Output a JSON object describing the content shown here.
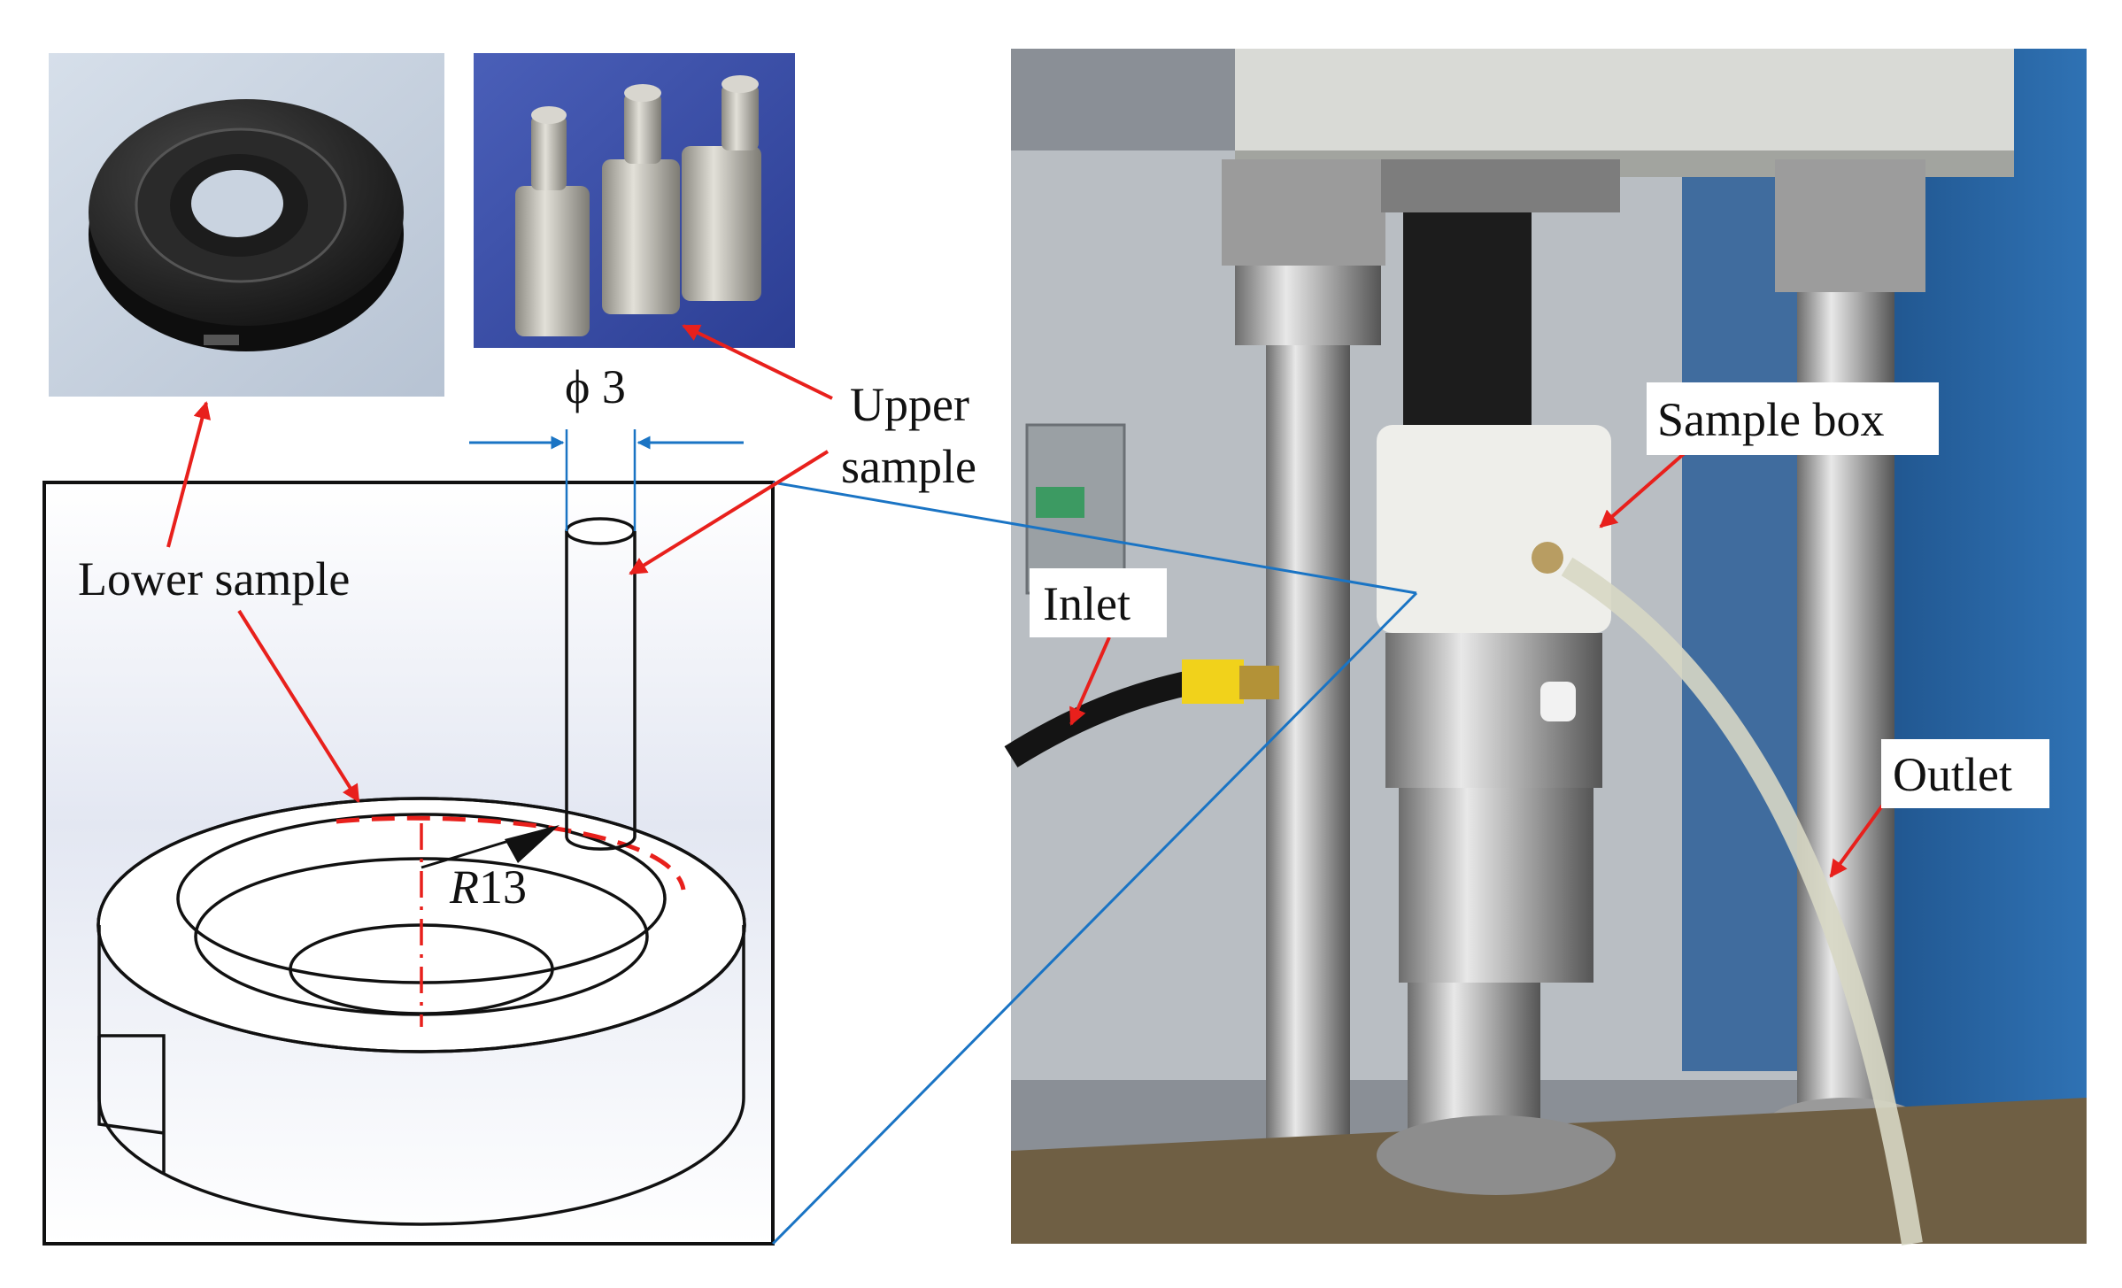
{
  "labels": {
    "lower_sample": "Lower sample",
    "upper_sample_line1": "Upper",
    "upper_sample_line2": "sample",
    "diameter": "ϕ 3",
    "radius_r": "R",
    "radius_value": "13",
    "sample_box": "Sample box",
    "inlet": "Inlet",
    "outlet": "Outlet"
  },
  "colors": {
    "arrow": "#e8201c",
    "dimension": "#1a74c4",
    "centerline": "#e8201c",
    "photo_background_blue": "#3a4fa8",
    "ring_photo_background": "#c4d0de"
  }
}
